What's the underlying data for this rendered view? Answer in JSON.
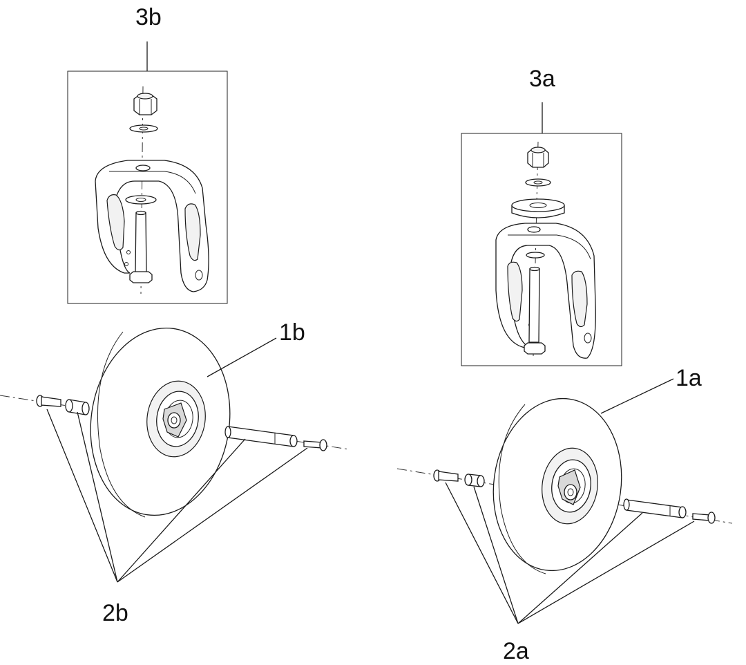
{
  "labels": {
    "label_3b": "3b",
    "label_3a": "3a",
    "label_1b": "1b",
    "label_1a": "1a",
    "label_2b": "2b",
    "label_2a": "2a"
  }
}
